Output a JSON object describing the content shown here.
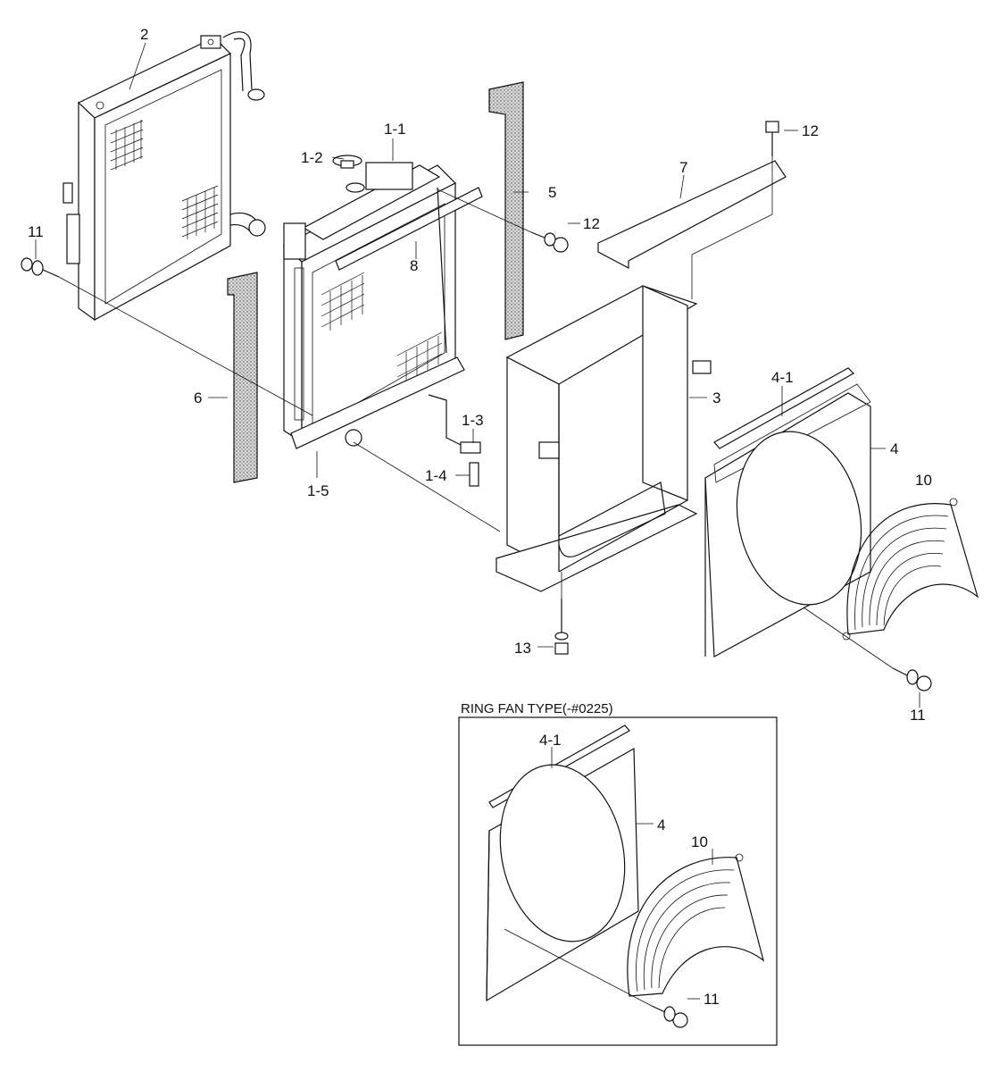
{
  "parts": {
    "p2": "2",
    "p1_1": "1-1",
    "p1_2": "1-2",
    "p1_3": "1-3",
    "p1_4": "1-4",
    "p1_5": "1-5",
    "p3": "3",
    "p4": "4",
    "p4_1": "4-1",
    "p5": "5",
    "p6": "6",
    "p7": "7",
    "p8": "8",
    "p10": "10",
    "p11": "11",
    "p12": "12",
    "p13": "13"
  },
  "inset": {
    "title": "RING FAN TYPE(-#0225)",
    "p4_1": "4-1",
    "p4": "4",
    "p10": "10",
    "p11": "11"
  }
}
